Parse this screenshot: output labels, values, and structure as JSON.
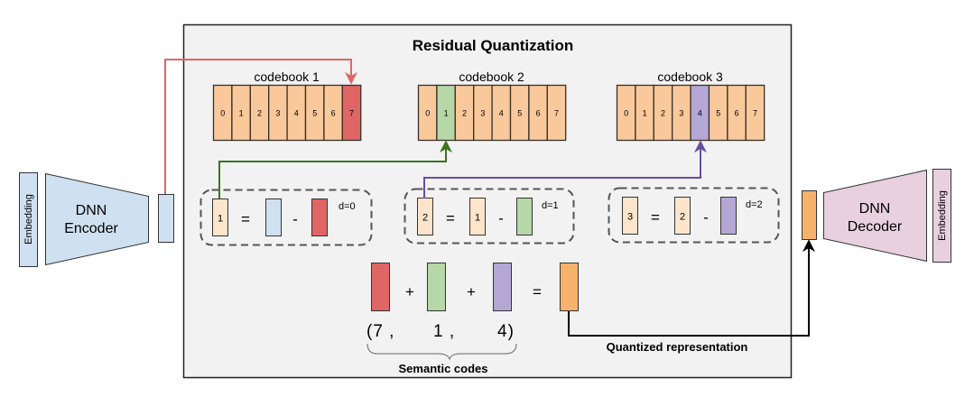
{
  "title": "Residual Quantization",
  "colors": {
    "panel_bg": "#f2f2f2",
    "cell_default": "#f9c99b",
    "residual_fill": "#fde4cb",
    "embedding_blue": "#cfe0f1",
    "decoder_pink": "#e8d0df",
    "red": "#e06666",
    "green": "#b6d7a8",
    "purple": "#b4a7d6",
    "orange": "#f6b26b",
    "red_line": "#e06666",
    "green_line": "#38761d",
    "purple_line": "#674ea7",
    "dash": "#555555"
  },
  "encoder": {
    "embedding_label": "Embedding",
    "line1": "DNN",
    "line2": "Encoder"
  },
  "decoder": {
    "embedding_label": "Embedding",
    "line1": "DNN",
    "line2": "Decoder"
  },
  "codebooks": [
    {
      "label": "codebook  1",
      "cells": [
        "0",
        "1",
        "2",
        "3",
        "4",
        "5",
        "6",
        "7"
      ],
      "selected": 7,
      "color_key": "red"
    },
    {
      "label": "codebook  2",
      "cells": [
        "0",
        "1",
        "2",
        "3",
        "4",
        "5",
        "6",
        "7"
      ],
      "selected": 1,
      "color_key": "green"
    },
    {
      "label": "codebook  3",
      "cells": [
        "0",
        "1",
        "2",
        "3",
        "4",
        "5",
        "6",
        "7"
      ],
      "selected": 4,
      "color_key": "purple"
    }
  ],
  "residual_steps": [
    {
      "result": "1",
      "input": "",
      "input_color_key": "embedding_blue",
      "sub_color_key": "red",
      "depth_label": "d=0"
    },
    {
      "result": "2",
      "input": "1",
      "input_color_key": "residual_fill",
      "sub_color_key": "green",
      "depth_label": "d=1"
    },
    {
      "result": "3",
      "input": "2",
      "input_color_key": "residual_fill",
      "sub_color_key": "purple",
      "depth_label": "d=2"
    }
  ],
  "operators": {
    "equals": "=",
    "minus": "-",
    "plus": "+"
  },
  "sum": {
    "codes_text": [
      "(7 ,",
      "1  ,",
      "4)"
    ],
    "semantic_codes_label": "Semantic codes",
    "quantized_label": "Quantized representation"
  }
}
